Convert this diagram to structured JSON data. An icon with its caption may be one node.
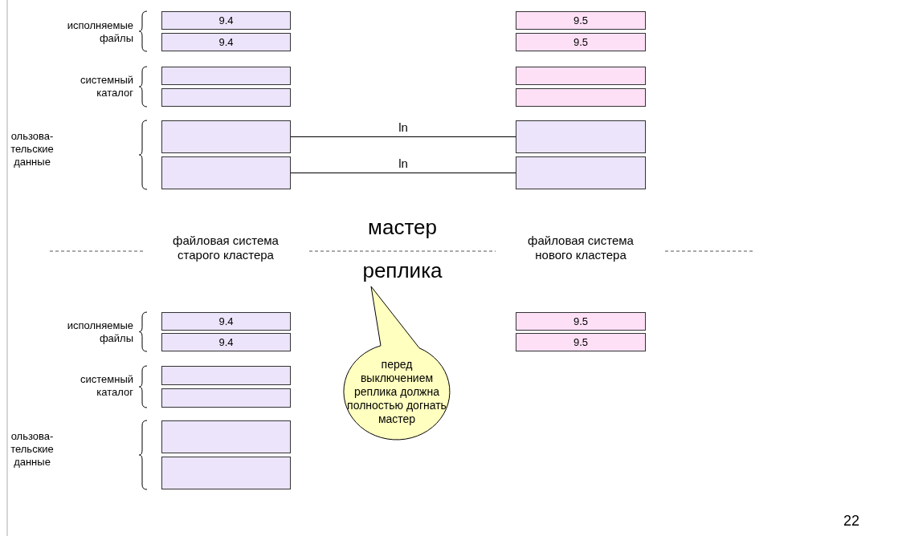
{
  "diagram": {
    "nodes": [
      {
        "text": [
          "9.4"
        ]
      },
      {
        "text": [
          "9.5"
        ]
      },
      {
        "text": [
          "9.4"
        ]
      },
      {
        "text": [
          "9.5"
        ]
      },
      {
        "text": [],
        "shape": "box"
      },
      {
        "text": [],
        "shape": "box"
      },
      {
        "text": [],
        "shape": "box"
      },
      {
        "text": [],
        "shape": "box"
      },
      {
        "text": [],
        "shape": "box"
      },
      {
        "text": [],
        "shape": "box"
      },
      {
        "text": [],
        "shape": "box"
      },
      {
        "text": [],
        "shape": "box"
      },
      {
        "text": [
          "9.4"
        ]
      },
      {
        "text": [
          "9.5"
        ]
      },
      {
        "text": [
          "9.4"
        ]
      },
      {
        "text": [
          "9.5"
        ]
      },
      {
        "text": [],
        "shape": "box"
      },
      {
        "text": [],
        "shape": "box"
      },
      {
        "text": [
          "перед выключением реплика должна полностью догнать мастер"
        ]
      },
      {
        "text": [],
        "shape": "box"
      },
      {
        "text": [],
        "shape": "box"
      }
    ],
    "edges": [
      {
        "from": 8,
        "to": 9,
        "arrow": "none",
        "label": "ln"
      },
      {
        "from": 10,
        "to": 11,
        "arrow": "none",
        "label": "ln"
      }
    ],
    "labels": [
      "исполняемые файлы",
      "системный каталог",
      "ользова- тельские данные",
      "мастер",
      "файловая система старого кластера",
      "файловая система нового кластера",
      "реплика",
      "исполняемые файлы",
      "системный каталог",
      "ользова- тельские данные",
      "22"
    ]
  }
}
